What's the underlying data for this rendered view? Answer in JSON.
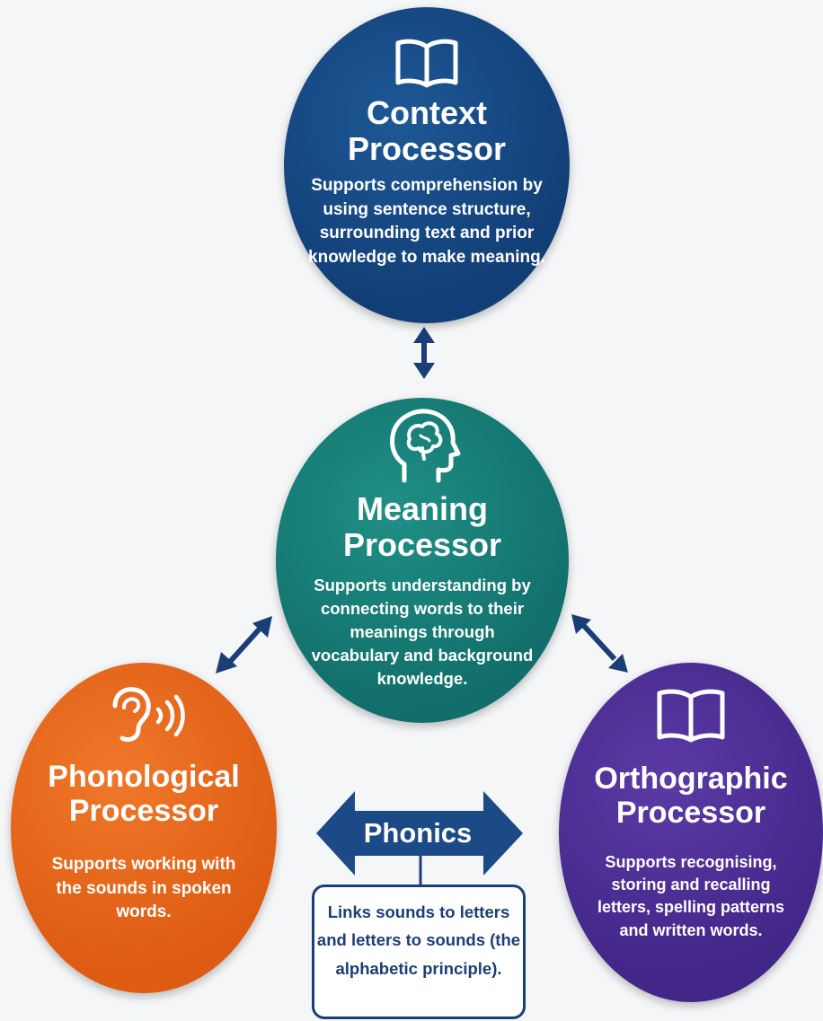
{
  "diagram": {
    "processors": {
      "context": {
        "icon": "open-book-icon",
        "title_line1": "Context",
        "title_line2": "Processor",
        "description": "Supports comprehension by using sentence structure, surrounding text and prior knowledge to make meaning.",
        "color": "#123e76"
      },
      "meaning": {
        "icon": "brain-head-icon",
        "title_line1": "Meaning",
        "title_line2": "Processor",
        "description": "Supports understanding by connecting words to their meanings through vocabulary and background knowledge.",
        "color": "#126e6a"
      },
      "phonological": {
        "icon": "ear-sound-icon",
        "title_line1": "Phonological",
        "title_line2": "Processor",
        "description": "Supports working with the sounds in spoken words.",
        "color": "#dd5b12"
      },
      "orthographic": {
        "icon": "open-book-icon",
        "title_line1": "Orthographic",
        "title_line2": "Processor",
        "description": "Supports recognising, storing and recalling letters, spelling patterns and written words.",
        "color": "#422688"
      }
    },
    "phonics": {
      "label": "Phonics",
      "description": "Links sounds to letters and letters to sounds (the alphabetic principle).",
      "color": "#1c3e78"
    }
  }
}
